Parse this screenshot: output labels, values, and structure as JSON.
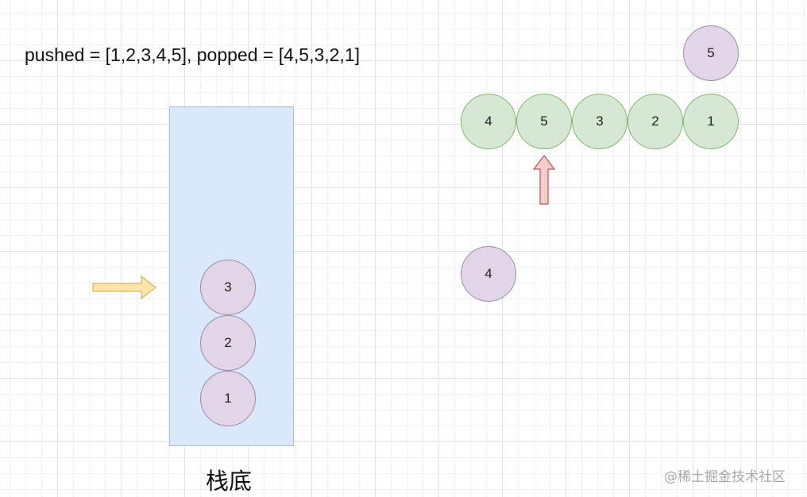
{
  "header": {
    "text": "pushed = [1,2,3,4,5], popped = [4,5,3,2,1]"
  },
  "stack": {
    "label": "栈底",
    "items": [
      "3",
      "2",
      "1"
    ]
  },
  "popped_row": {
    "items": [
      "4",
      "5",
      "3",
      "2",
      "1"
    ]
  },
  "top_node": {
    "label": "5"
  },
  "popped_node": {
    "label": "4"
  },
  "watermark": {
    "text": "@稀土掘金技术社区"
  },
  "colors": {
    "stack_fill": "#dae8fc",
    "stack_border": "#a6bddb",
    "purple_fill": "#e1d5e7",
    "purple_border": "#9f8cab",
    "green_fill": "#d5e8d4",
    "green_border": "#86b86f",
    "push_arrow_fill": "#ffe6a8",
    "push_arrow_border": "#d6b656",
    "pointer_arrow_fill": "#f8cecc",
    "pointer_arrow_border": "#b85450"
  }
}
